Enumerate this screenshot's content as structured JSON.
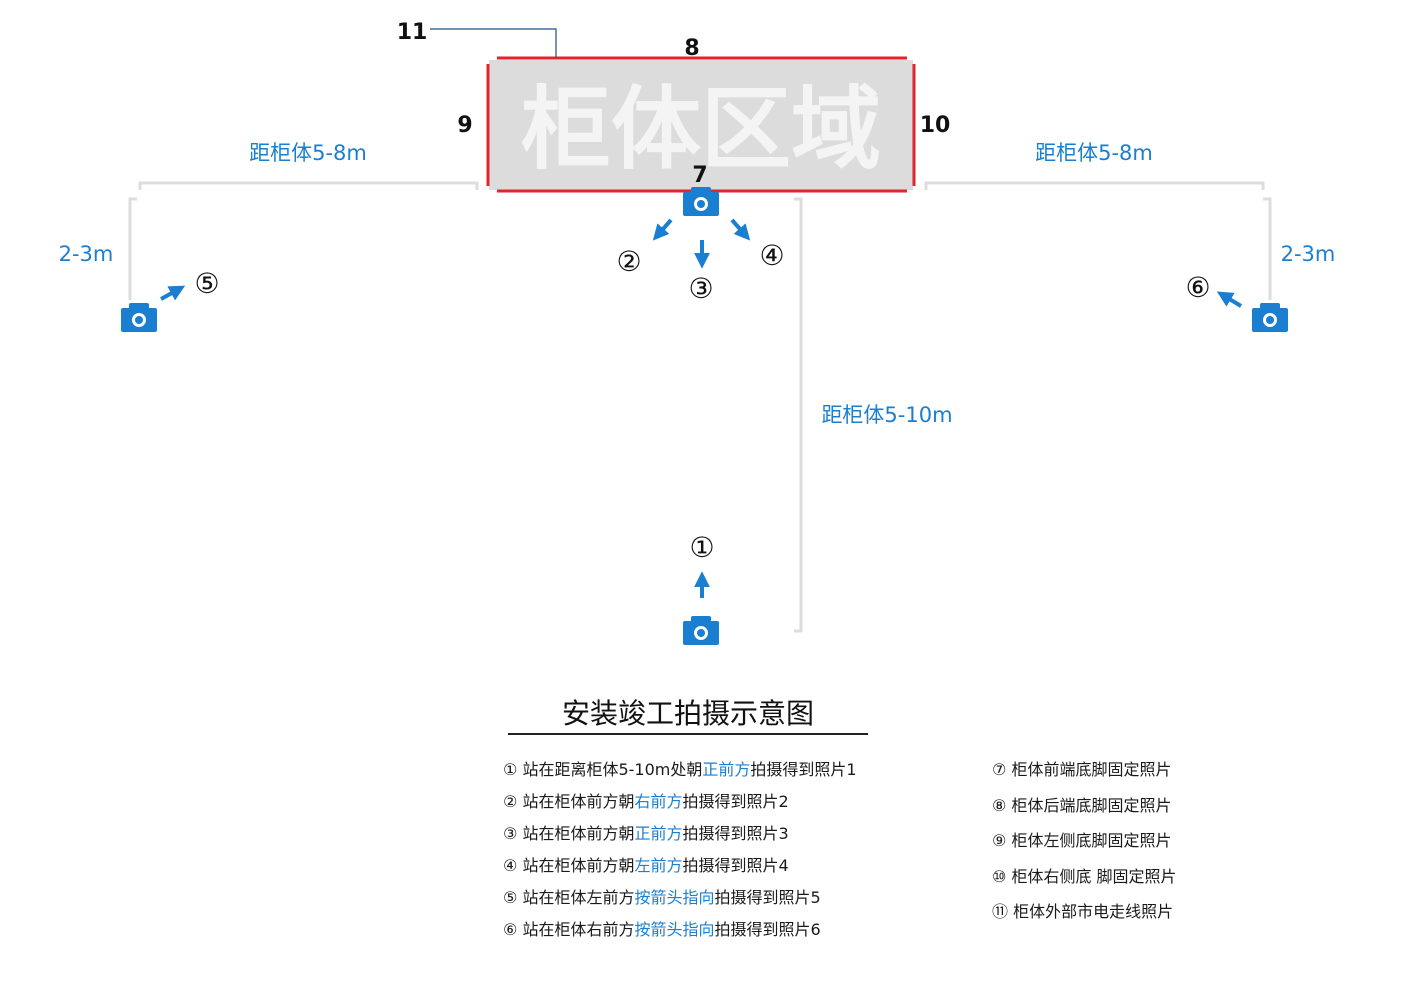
{
  "cabinet": {
    "text": "柜体区域"
  },
  "labels": {
    "n7": "7",
    "n8": "8",
    "n9": "9",
    "n10": "10",
    "n11": "11",
    "c1": "①",
    "c2": "②",
    "c3": "③",
    "c4": "④",
    "c5": "⑤",
    "c6": "⑥"
  },
  "distances": {
    "left_top": "距柜体5-8m",
    "right_top": "距柜体5-8m",
    "left_side": "2-3m",
    "right_side": "2-3m",
    "front": "距柜体5-10m"
  },
  "title": "安装竣工拍摄示意图",
  "legend_left": [
    {
      "num": "①",
      "pre": "站在距离柜体5-10m处朝",
      "hl": "正前方",
      "post": "拍摄得到照片1"
    },
    {
      "num": "②",
      "pre": "站在柜体前方朝",
      "hl": "右前方",
      "post": "拍摄得到照片2"
    },
    {
      "num": "③",
      "pre": "站在柜体前方朝",
      "hl": "正前方",
      "post": "拍摄得到照片3"
    },
    {
      "num": "④",
      "pre": "站在柜体前方朝",
      "hl": "左前方",
      "post": "拍摄得到照片4"
    },
    {
      "num": "⑤",
      "pre": "站在柜体左前方",
      "hl": "按箭头指向",
      "post": "拍摄得到照片5"
    },
    {
      "num": "⑥",
      "pre": "站在柜体右前方",
      "hl": "按箭头指向",
      "post": "拍摄得到照片6"
    }
  ],
  "legend_right": [
    {
      "num": "⑦",
      "text": "柜体前端底脚固定照片"
    },
    {
      "num": "⑧",
      "text": "柜体后端底脚固定照片"
    },
    {
      "num": "⑨",
      "text": "柜体左侧底脚固定照片"
    },
    {
      "num": "⑩",
      "text": "柜体右侧底 脚固定照片"
    },
    {
      "num": "⑪",
      "text": "柜体外部市电走线照片"
    }
  ],
  "colors": {
    "accent": "#1a7fd0",
    "edge": "#e0262b",
    "cabinet_fill": "#dcdcdc",
    "guide": "#dddddd"
  }
}
